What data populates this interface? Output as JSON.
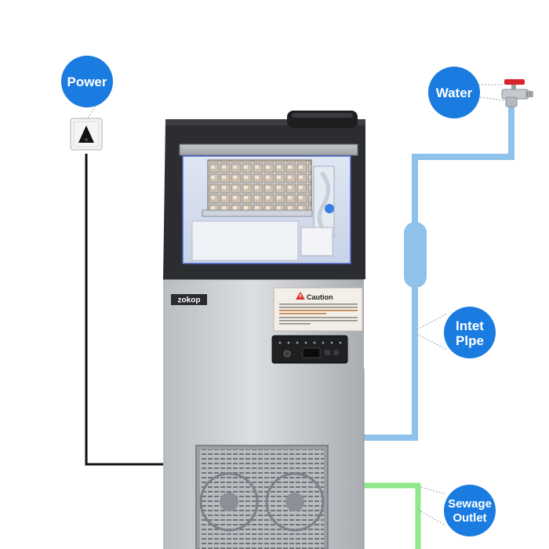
{
  "callouts": {
    "power": "Power",
    "water": "Water",
    "inlet_pipe_line1": "Intet",
    "inlet_pipe_line2": "Plpe",
    "sewage_line1": "Sewage",
    "sewage_line2": "Outlet"
  },
  "machine": {
    "brand": "zokop",
    "caution_title": "Caution"
  },
  "colors": {
    "callout_blue": "#1a7be0",
    "water_line": "#8ec2ea",
    "sewage_line": "#8fe88a",
    "power_cord": "#111111",
    "caution_red": "#d9342b"
  },
  "icons": [
    "power-plug-icon",
    "water-faucet-icon",
    "caution-triangle-icon"
  ]
}
